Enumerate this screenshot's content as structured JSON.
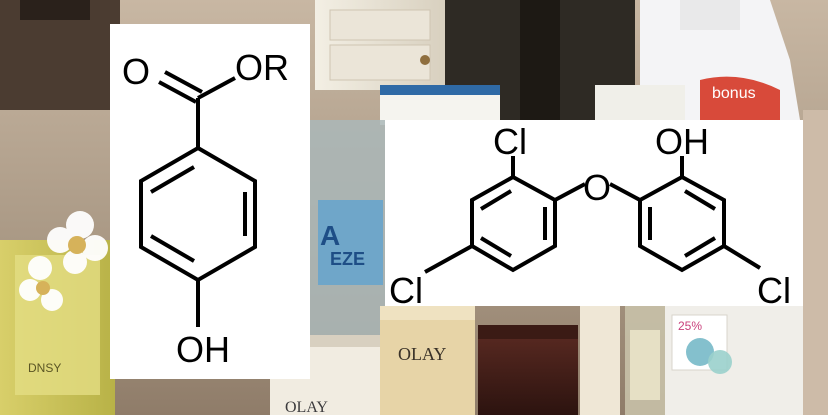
{
  "scene": {
    "description_free": true,
    "background_colors": [
      "#d9c9b6",
      "#8a7a6a",
      "#f2efe6",
      "#3c2a20",
      "#b7a58e"
    ]
  },
  "product_labels": {
    "tube_left_1": "A",
    "tube_left_2": "EZE",
    "olay_jar_1": "OLAY",
    "olay_jar_2": "OLAY",
    "bottle_right": "bonus",
    "perfume": "DNSY",
    "tube_right": "25%"
  },
  "paraben": {
    "atom_o_double": "O",
    "atom_or": "OR",
    "atom_oh": "OH"
  },
  "triclosan": {
    "atom_cl_top": "Cl",
    "atom_o_bridge": "O",
    "atom_oh_top": "OH",
    "atom_cl_left": "Cl",
    "atom_cl_right": "Cl"
  }
}
